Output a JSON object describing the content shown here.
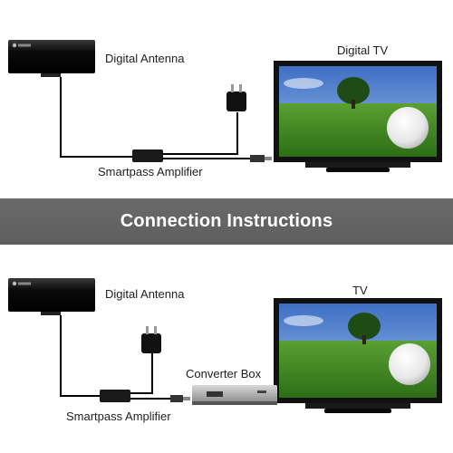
{
  "top": {
    "antenna_label": "Digital Antenna",
    "tv_label": "Digital TV",
    "amplifier_label": "Smartpass Amplifier"
  },
  "banner": {
    "title": "Connection Instructions"
  },
  "bottom": {
    "antenna_label": "Digital Antenna",
    "tv_label": "TV",
    "converter_label": "Converter Box",
    "amplifier_label": "Smartpass Amplifier"
  },
  "colors": {
    "banner_bg": "#606060",
    "sky": "#5f8fd6",
    "grass": "#3f8a24",
    "tv_frame": "#111111",
    "antenna": "#0c0c0c"
  }
}
